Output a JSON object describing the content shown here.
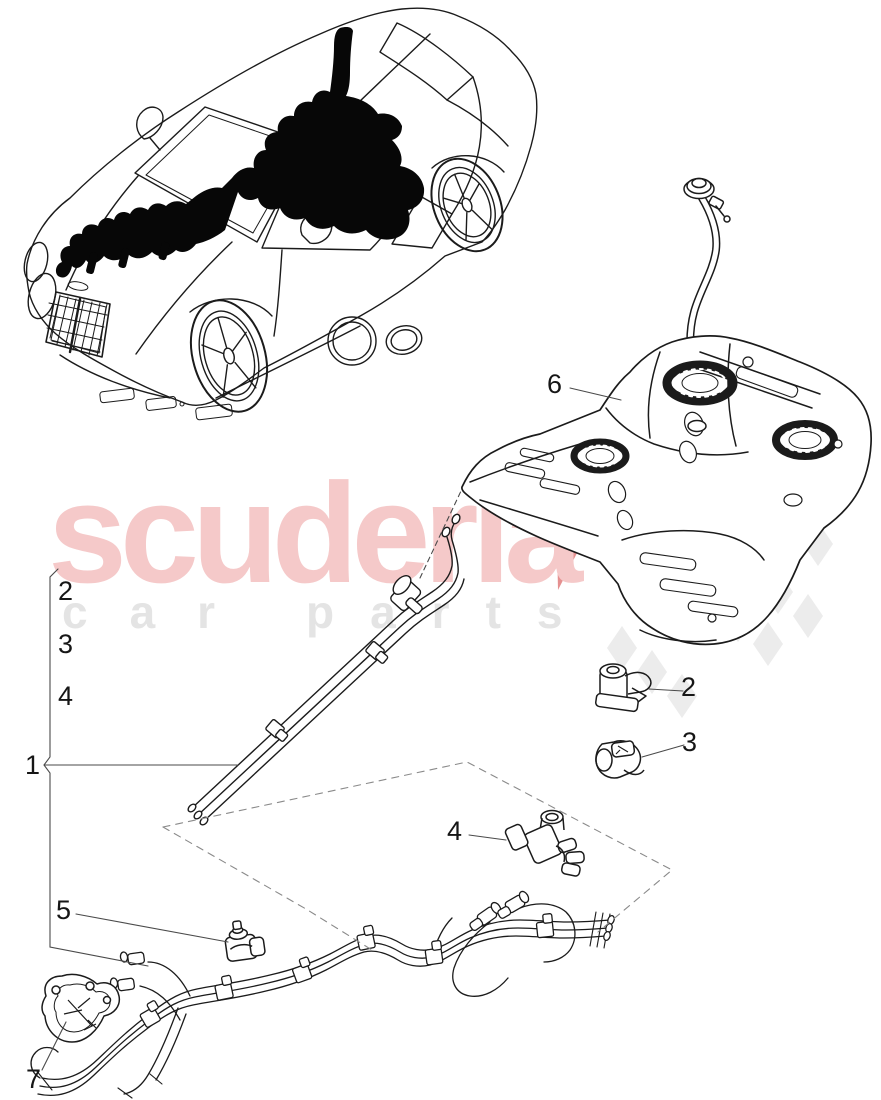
{
  "watermark": {
    "brand_text": "scuderia",
    "sub_word1": "car",
    "sub_word2": "parts",
    "brand_color": "#f5c9c9",
    "sub_color": "#e4e4e4",
    "flag_gray": "#ececec",
    "flag_red": "#e59090"
  },
  "diagram": {
    "line_color": "#1b1b1b",
    "leader_color": "#4a4a4a",
    "callouts": [
      {
        "id": "list-2",
        "label": "2"
      },
      {
        "id": "list-3",
        "label": "3"
      },
      {
        "id": "list-4",
        "label": "4"
      },
      {
        "id": "main-1",
        "label": "1"
      },
      {
        "id": "tank-6",
        "label": "6"
      },
      {
        "id": "clip-2",
        "label": "2"
      },
      {
        "id": "grommet-3",
        "label": "3"
      },
      {
        "id": "valve-4",
        "label": "4"
      },
      {
        "id": "clamp-5",
        "label": "5"
      },
      {
        "id": "bracket-7",
        "label": "7"
      }
    ]
  }
}
